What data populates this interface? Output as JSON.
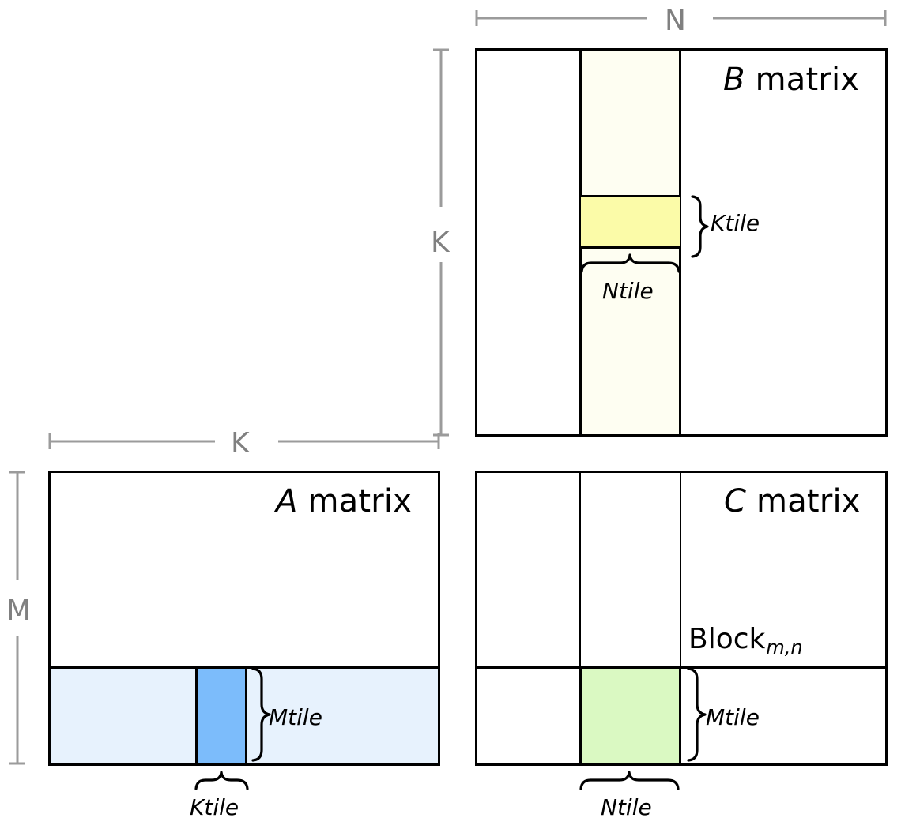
{
  "diagram": {
    "title_hidden": "",
    "matrices": {
      "a": {
        "label_italic": "A",
        "label_rest": " matrix"
      },
      "b": {
        "label_italic": "B",
        "label_rest": " matrix"
      },
      "c": {
        "label_italic": "C",
        "label_rest": " matrix"
      }
    },
    "dimensions": {
      "n": "N",
      "k_vertical": "K",
      "k_horizontal": "K",
      "m": "M"
    },
    "tiles": {
      "b_ktile": "Ktile",
      "b_ntile": "Ntile",
      "a_mtile": "Mtile",
      "a_ktile": "Ktile",
      "c_mtile": "Mtile",
      "c_ntile": "Ntile"
    },
    "block_label": {
      "text": "Block",
      "sub": "m,n"
    },
    "colors": {
      "b_strip": "#FEFEF2",
      "b_tile": "#FBFBA8",
      "a_strip": "#E7F2FD",
      "a_tile": "#7CBCFB",
      "c_tile": "#DAF9C2",
      "outline": "#000000",
      "dim_line": "#9b9b9b",
      "dim_text": "#808080",
      "background": "#FFFFFF"
    }
  }
}
